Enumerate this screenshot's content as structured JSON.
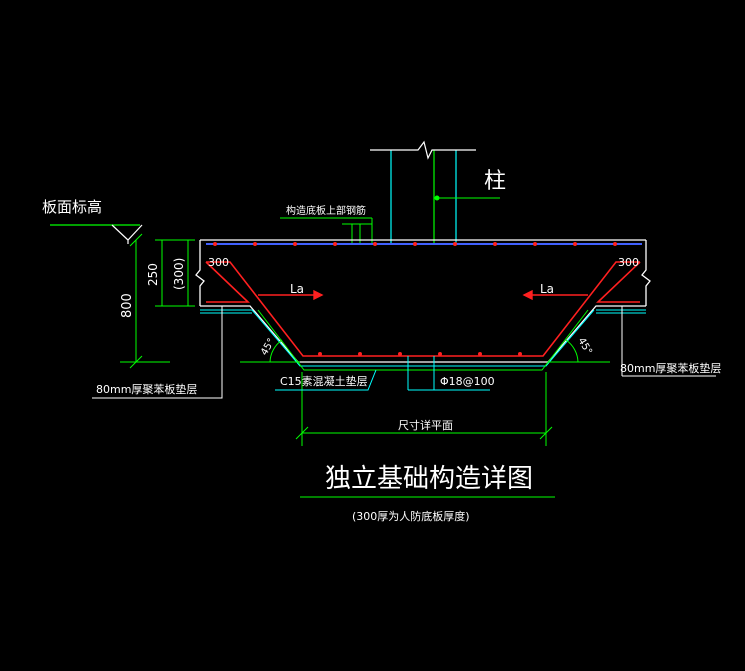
{
  "drawing": {
    "title": "独立基础构造详图",
    "subtitle": "(300厚为人防底板厚度)",
    "colors": {
      "background": "#000000",
      "white": "#ffffff",
      "green": "#00ff00",
      "cyan": "#00ffff",
      "red": "#ff2020",
      "blue": "#4060ff",
      "yellow": "#ffff00"
    },
    "labels": {
      "slab_elevation": "板面标高",
      "column": "柱",
      "slab_top_rebar": "构造底板上部钢筋",
      "dim_250": "250",
      "dim_300_paren": "(300)",
      "dim_800": "800",
      "dim_300_left": "300",
      "dim_300_right": "300",
      "la_left": "La",
      "la_right": "La",
      "angle_left": "45°",
      "angle_right": "45°",
      "cushion_left": "80mm厚聚苯板垫层",
      "cushion_right": "80mm厚聚苯板垫层",
      "c15_layer": "C15素混凝土垫层",
      "rebar_spec": "Φ18@100",
      "plan_size": "尺寸详平面"
    }
  }
}
